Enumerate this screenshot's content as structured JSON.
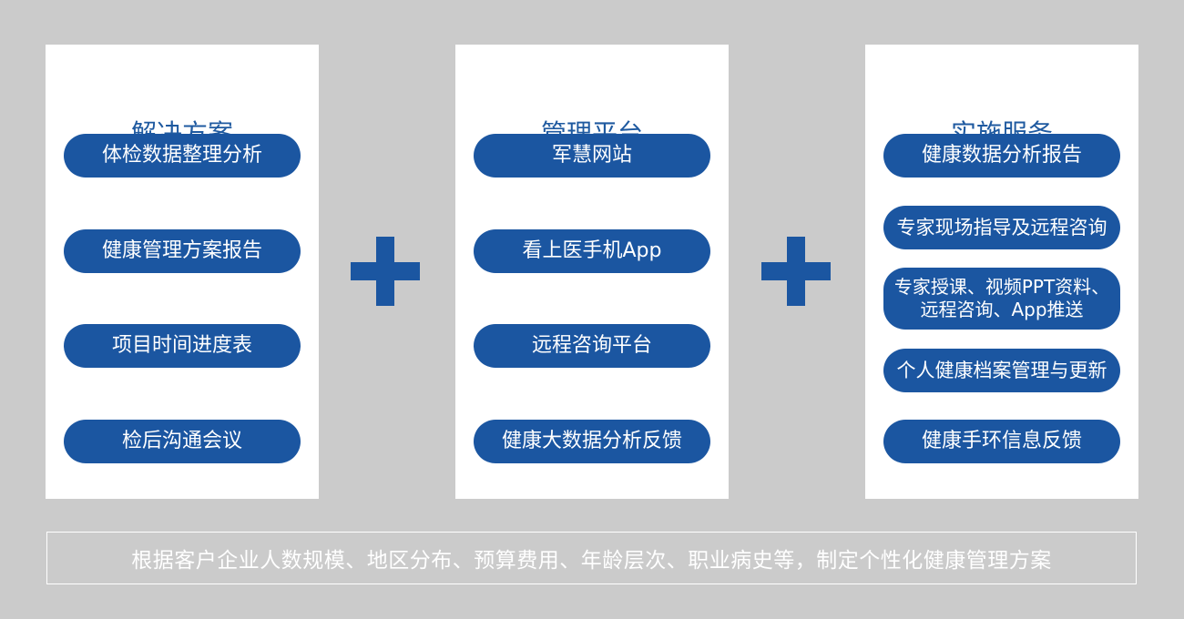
{
  "panels": [
    {
      "title": "解决方案",
      "items": [
        "体检数据整理分析",
        "健康管理方案报告",
        "项目时间进度表",
        "检后沟通会议"
      ]
    },
    {
      "title": "管理平台",
      "items": [
        "军慧网站",
        "看上医手机App",
        "远程咨询平台",
        "健康大数据分析反馈"
      ]
    },
    {
      "title": "实施服务",
      "items": [
        "健康数据分析报告",
        "专家现场指导及远程咨询",
        "专家授课、视频PPT资料、\n远程咨询、App推送",
        "个人健康档案管理与更新",
        "健康手环信息反馈"
      ]
    }
  ],
  "footer": "根据客户企业人数规模、地区分布、预算费用、年龄层次、职业病史等，制定个性化健康管理方案",
  "colors": {
    "accent": "#1b56a1",
    "title": "#1f5aa0",
    "background": "#cbcbcb"
  }
}
